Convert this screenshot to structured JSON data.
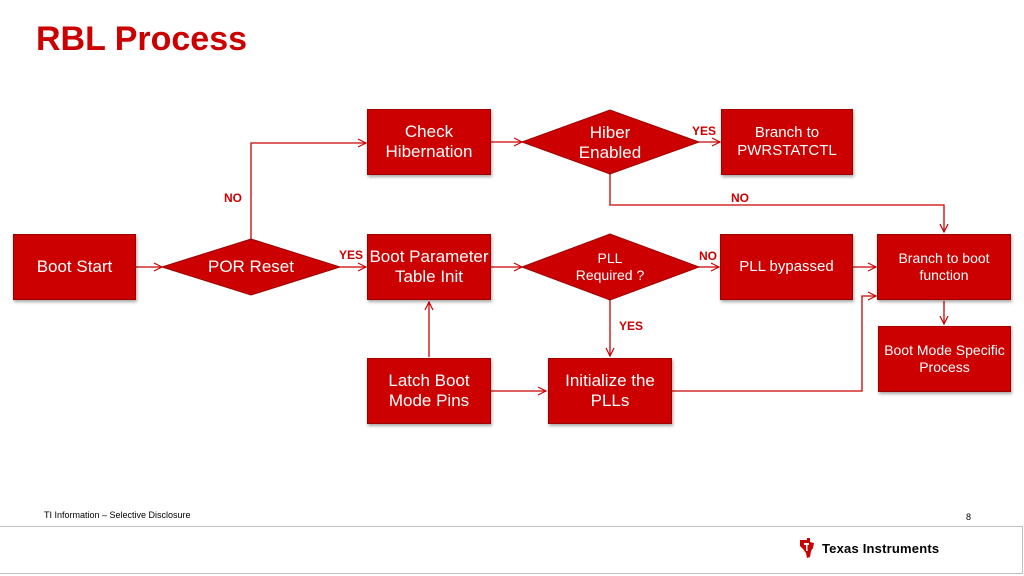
{
  "title": "RBL Process",
  "nodes": {
    "boot_start": "Boot Start",
    "por_reset": "POR Reset",
    "check_hibernation": "Check Hibernation",
    "hiber_enabled": "Hiber Enabled",
    "branch_pwrstatctl": "Branch to PWRSTATCTL",
    "boot_param_init": "Boot Parameter Table Init",
    "pll_required": "PLL Required ?",
    "pll_bypassed": "PLL bypassed",
    "branch_boot_function": "Branch to boot function",
    "boot_mode_process": "Boot Mode Specific Process",
    "latch_boot_pins": "Latch Boot Mode Pins",
    "init_plls": "Initialize the PLLs"
  },
  "edge_labels": {
    "yes_hiber": "YES",
    "no_hiber": "NO",
    "no_por": "NO",
    "yes_por": "YES",
    "no_pll": "NO",
    "yes_pll": "YES"
  },
  "footer": {
    "disclosure": "TI Information – Selective Disclosure",
    "page_number": "8",
    "logo_text": "Texas Instruments"
  },
  "colors": {
    "brand_red": "#cc0000",
    "connector": "#cc0000"
  },
  "icons": {
    "logo": "ti-logo-icon"
  }
}
